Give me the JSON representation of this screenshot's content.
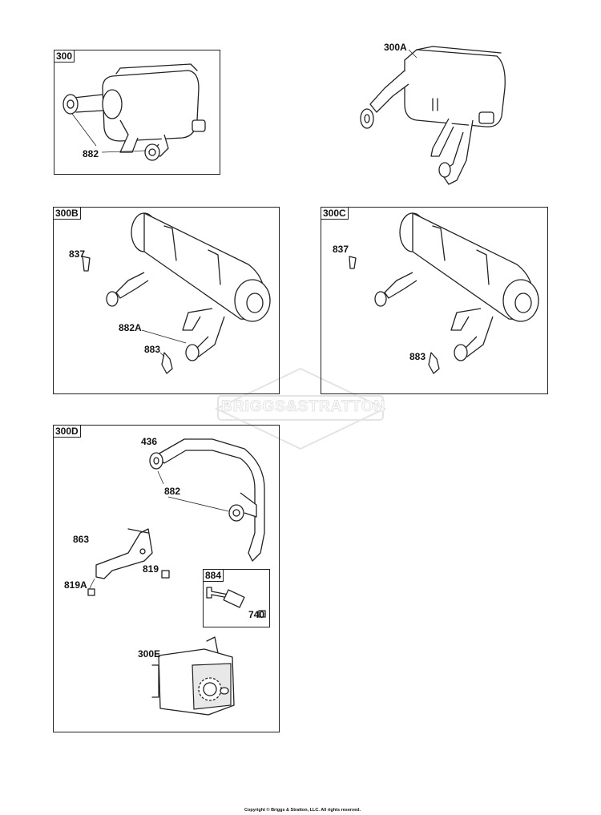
{
  "boxes": {
    "b300": "300",
    "b300b": "300B",
    "b300c": "300C",
    "b300d": "300D",
    "b884": "884"
  },
  "labels": {
    "l882_a": "882",
    "l300a": "300A",
    "l837_b": "837",
    "l882a": "882A",
    "l883_b": "883",
    "l837_c": "837",
    "l883_c": "883",
    "l436": "436",
    "l882_d": "882",
    "l863": "863",
    "l819": "819",
    "l819a": "819A",
    "l740": "740",
    "l300e": "300E"
  },
  "watermark": "BRIGGS&STRATTON",
  "copyright": "Copyright © Briggs & Stratton, LLC. All rights reserved."
}
